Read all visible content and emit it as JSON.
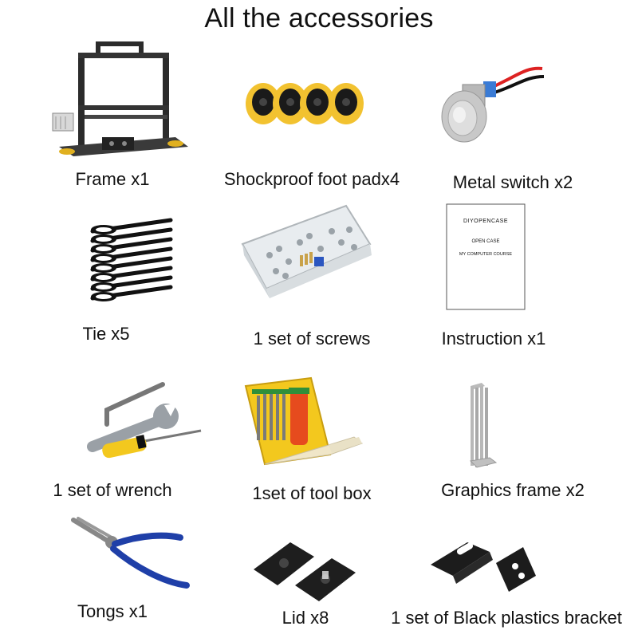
{
  "page": {
    "title": "All the accessories"
  },
  "items": [
    {
      "label": "Frame x1",
      "icon": "frame-icon"
    },
    {
      "label": "Shockproof foot padx4",
      "icon": "foot-pad-icon"
    },
    {
      "label": "Metal switch x2",
      "icon": "metal-switch-icon"
    },
    {
      "label": "Tie x5",
      "icon": "cable-tie-icon"
    },
    {
      "label": "1 set of screws",
      "icon": "screws-box-icon"
    },
    {
      "label": "Instruction x1",
      "icon": "instruction-booklet-icon"
    },
    {
      "label": "1 set of wrench",
      "icon": "wrench-icon"
    },
    {
      "label": "1set of tool box",
      "icon": "tool-box-icon"
    },
    {
      "label": "Graphics frame x2",
      "icon": "graphics-frame-icon"
    },
    {
      "label": "Tongs x1",
      "icon": "pliers-icon"
    },
    {
      "label": "Lid x8",
      "icon": "lid-icon"
    },
    {
      "label": "1 set of Black plastics bracket",
      "icon": "bracket-icon"
    }
  ],
  "booklet": {
    "line1": "DIYOPENCASE",
    "line2": "OPEN CASE",
    "line3": "MY COMPUTER COURSE"
  },
  "colors": {
    "frame_black": "#2b2b2b",
    "pad_yellow": "#f2c230",
    "tool_yellow": "#f3c81e",
    "pliers_blue": "#1f3fa8",
    "switch_blue": "#3a7bd5"
  }
}
